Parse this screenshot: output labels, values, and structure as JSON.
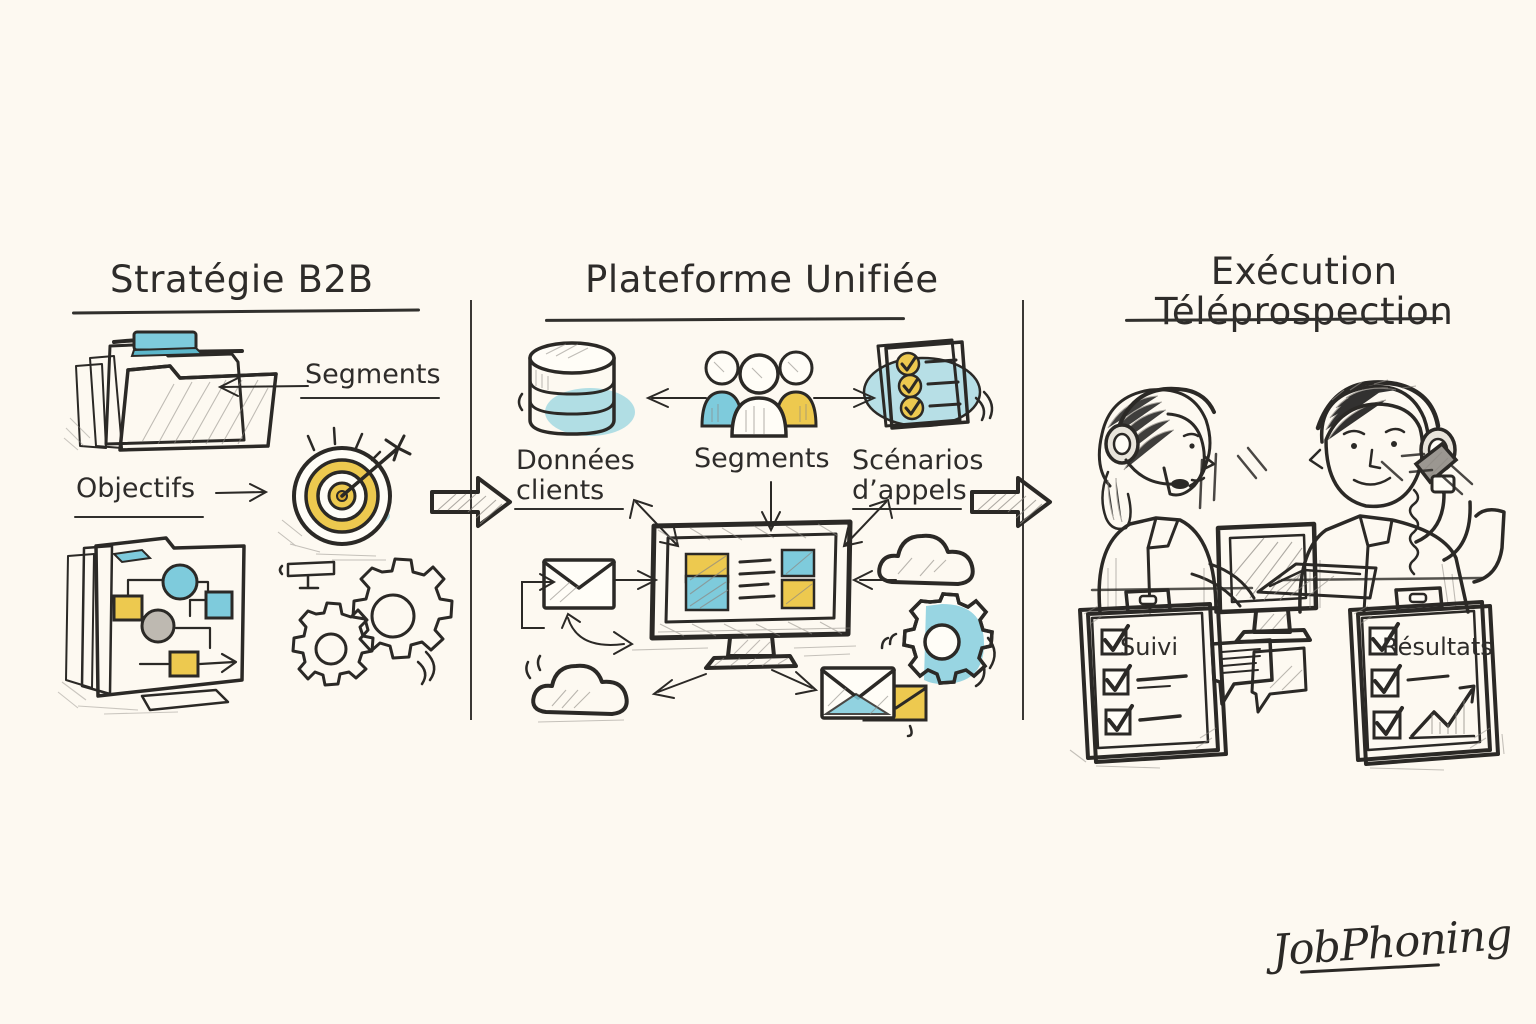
{
  "diagram": {
    "kind": "hand-drawn whiteboard sketch",
    "background_color": "#FDF9F1",
    "ink_color": "#2B2926",
    "accent_yellow": "#EDC94F",
    "accent_teal": "#7ECBDC",
    "flow": "Stratégie B2B → Plateforme Unifiée → Exécution Téléprospection",
    "brand": "JobPhoning"
  },
  "panels": [
    {
      "id": "strategy",
      "heading": "Stratégie B2B",
      "labels": [
        {
          "name": "segments",
          "text": "Segments"
        },
        {
          "name": "objectifs",
          "text": "Objectifs"
        }
      ],
      "icons": [
        "folder-stack-icon",
        "target-dartboard-icon",
        "flowchart-document-icon",
        "gears-icon"
      ]
    },
    {
      "id": "platform",
      "heading": "Plateforme Unifiée",
      "labels": [
        {
          "name": "donnees-clients",
          "text": "Données\nclients",
          "line1": "Données",
          "line2": "clients"
        },
        {
          "name": "segments",
          "text": "Segments"
        },
        {
          "name": "scenarios-appels",
          "text": "Scénarios\nd’appels",
          "line1": "Scénarios",
          "line2": "d’appels"
        }
      ],
      "icons": [
        "database-icon",
        "people-group-icon",
        "checklist-icon",
        "monitor-dashboard-icon",
        "envelope-icon",
        "cloud-icon",
        "gear-icon",
        "envelope-outgoing-icon"
      ]
    },
    {
      "id": "execution",
      "heading_line1": "Exécution",
      "heading_line2": "Téléprospection",
      "heading": "Exécution Téléprospection",
      "labels": [
        {
          "name": "suivi",
          "text": "Suivi"
        },
        {
          "name": "resultats",
          "text": "Résultats"
        }
      ],
      "icons": [
        "agent-female-headset-icon",
        "agent-male-phone-icon",
        "monitor-icon",
        "clipboard-suivi-icon",
        "clipboard-resultats-icon",
        "speech-bubble-icon",
        "growth-chart-icon"
      ],
      "checklists": [
        {
          "title": "Suivi",
          "checked_items": 3
        },
        {
          "title": "Résultats",
          "checked_items": 3
        }
      ]
    }
  ],
  "connectors": [
    {
      "name": "arrow-strategy-to-platform",
      "direction": "right"
    },
    {
      "name": "arrow-platform-to-execution",
      "direction": "right"
    }
  ],
  "logo": {
    "text": "JobPhoning"
  }
}
